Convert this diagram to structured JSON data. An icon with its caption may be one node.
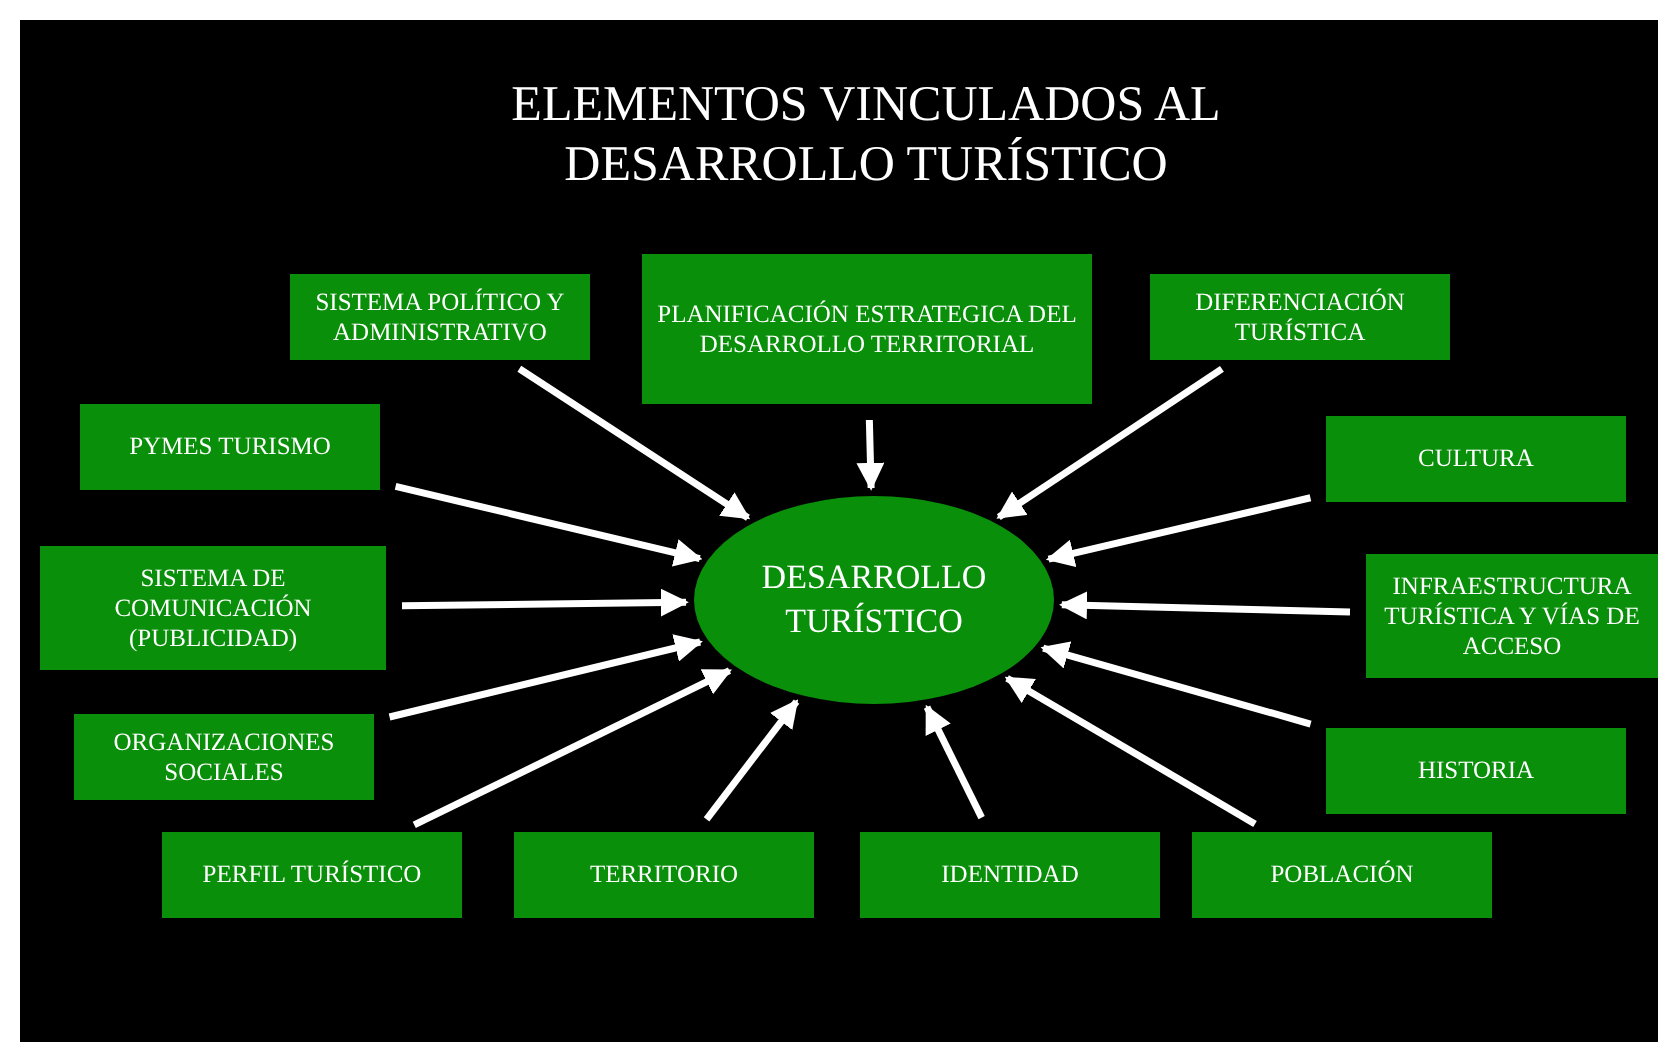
{
  "diagram": {
    "title": "ELEMENTOS VINCULADOS AL DESARROLLO TURÍSTICO",
    "nodes": [
      {
        "text": [
          "SISTEMA POLÍTICO Y ADMINISTRATIVO"
        ]
      },
      {
        "text": [
          "PLANIFICACIÓN ESTRATEGICA DEL DESARROLLO TERRITORIAL"
        ]
      },
      {
        "text": [
          "DIFERENCIACIÓN TURÍSTICA"
        ]
      },
      {
        "text": [
          "PYMES TURISMO"
        ]
      },
      {
        "text": [
          "CULTURA"
        ]
      },
      {
        "text": [
          "SISTEMA DE COMUNICACIÓN (PUBLICIDAD)"
        ]
      },
      {
        "text": [
          "DESARROLLO TURÍSTICO"
        ]
      },
      {
        "text": [
          "INFRAESTRUCTURA TURÍSTICA Y VÍAS DE ACCESO"
        ]
      },
      {
        "text": [
          "ORGANIZACIONES SOCIALES"
        ]
      },
      {
        "text": [
          "HISTORIA"
        ]
      },
      {
        "text": [
          "PERFIL TURÍSTICO"
        ]
      },
      {
        "text": [
          "TERRITORIO"
        ]
      },
      {
        "text": [
          "IDENTIDAD"
        ]
      },
      {
        "text": [
          "POBLACIÓN"
        ]
      }
    ],
    "edges": [
      {
        "from": 0,
        "to": 6,
        "arrow": "to"
      },
      {
        "from": 1,
        "to": 6,
        "arrow": "to"
      },
      {
        "from": 2,
        "to": 6,
        "arrow": "to"
      },
      {
        "from": 3,
        "to": 6,
        "arrow": "to"
      },
      {
        "from": 4,
        "to": 6,
        "arrow": "to"
      },
      {
        "from": 5,
        "to": 6,
        "arrow": "to"
      },
      {
        "from": 7,
        "to": 6,
        "arrow": "to"
      },
      {
        "from": 8,
        "to": 6,
        "arrow": "to"
      },
      {
        "from": 9,
        "to": 6,
        "arrow": "to"
      },
      {
        "from": 10,
        "to": 6,
        "arrow": "to"
      },
      {
        "from": 11,
        "to": 6,
        "arrow": "to"
      },
      {
        "from": 12,
        "to": 6,
        "arrow": "to"
      },
      {
        "from": 13,
        "to": 6,
        "arrow": "to"
      }
    ]
  }
}
